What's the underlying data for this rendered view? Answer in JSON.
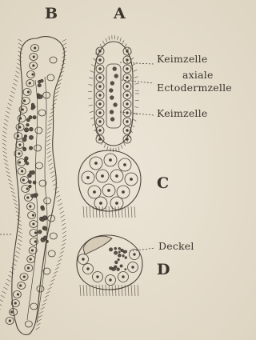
{
  "figure": {
    "panel_labels": {
      "a": "A",
      "b": "B",
      "c": "C",
      "d": "D"
    },
    "annotations": {
      "keimzelle_top": "Keimzelle",
      "axiale": "axiale",
      "ectodermzelle": "Ectodermzelle",
      "keimzelle_bottom": "Keimzelle",
      "deckel": "Deckel"
    }
  }
}
